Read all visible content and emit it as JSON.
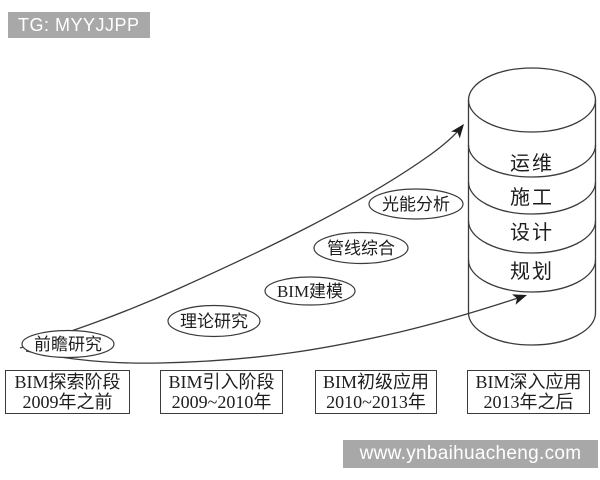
{
  "watermarks": {
    "top_left": "TG: MYYJJPP",
    "bottom_right": "www.ynbaihuacheng.com"
  },
  "timeline_stages": [
    {
      "title": "BIM探索阶段",
      "period": "2009年之前"
    },
    {
      "title": "BIM引入阶段",
      "period": "2009~2010年"
    },
    {
      "title": "BIM初级应用",
      "period": "2010~2013年"
    },
    {
      "title": "BIM深入应用",
      "period": "2013年之后"
    }
  ],
  "milestones": [
    "前瞻研究",
    "理论研究",
    "BIM建模",
    "管线综合",
    "光能分析"
  ],
  "cylinder_layers": [
    "运维",
    "施工",
    "设计",
    "规划"
  ],
  "colors": {
    "line": "#3b3b3b",
    "text": "#1d1d1d",
    "watermark_bg": "#a8a8a8",
    "watermark_text": "#ffffff",
    "background": "#ffffff"
  }
}
